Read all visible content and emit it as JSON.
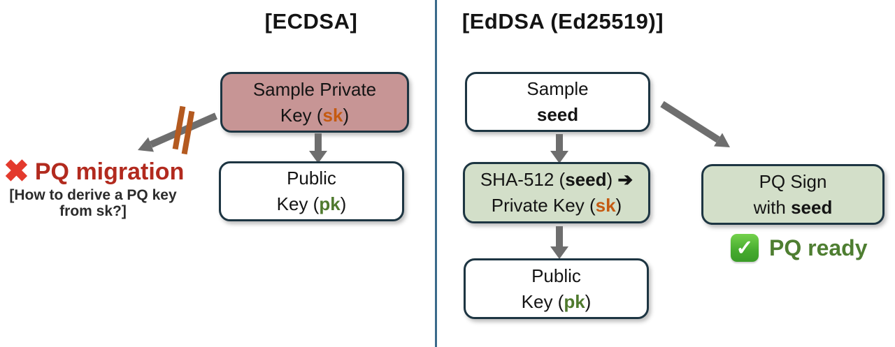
{
  "colors": {
    "pink_box_fill": "#c79595",
    "green_box_fill": "#d3dfc9",
    "box_border": "#1d3542",
    "divider": "#3a6a8b",
    "arrow_gray": "#6e6e6e",
    "slash_orange": "#b45a20",
    "sk_orange": "#c55a11",
    "pk_green": "#4f7a2e",
    "blocked_red": "#b22a1e",
    "x_mark_red": "#e33a2d",
    "ready_green": "#4e7e31"
  },
  "ecdsa": {
    "title": "[ECDSA]",
    "private_box": {
      "line1": "Sample Private",
      "line2_prefix": "Key (",
      "sk": "sk",
      "line2_suffix": ")"
    },
    "public_box": {
      "line1": "Public",
      "line2_prefix": "Key (",
      "pk": "pk",
      "line2_suffix": ")"
    },
    "blocked": {
      "x_mark": "✖",
      "label": "PQ migration",
      "question_line1": "[How to derive a PQ key",
      "question_line2": "from sk?]"
    }
  },
  "eddsa": {
    "title": "[EdDSA (Ed25519)]",
    "seed_box": {
      "line1": "Sample",
      "seed": "seed"
    },
    "sha_box": {
      "line1_prefix": "SHA-512 (",
      "seed": "seed",
      "line1_suffix": ") ",
      "arrow_glyph": "➔",
      "line2_prefix": "Private Key (",
      "sk": "sk",
      "line2_suffix": ")"
    },
    "public_box": {
      "line1": "Public",
      "line2_prefix": "Key (",
      "pk": "pk",
      "line2_suffix": ")"
    },
    "pq_sign_box": {
      "line1": "PQ Sign",
      "line2_prefix": "with ",
      "seed": "seed"
    },
    "pq_ready": {
      "check": "✓",
      "label": "PQ ready"
    }
  }
}
